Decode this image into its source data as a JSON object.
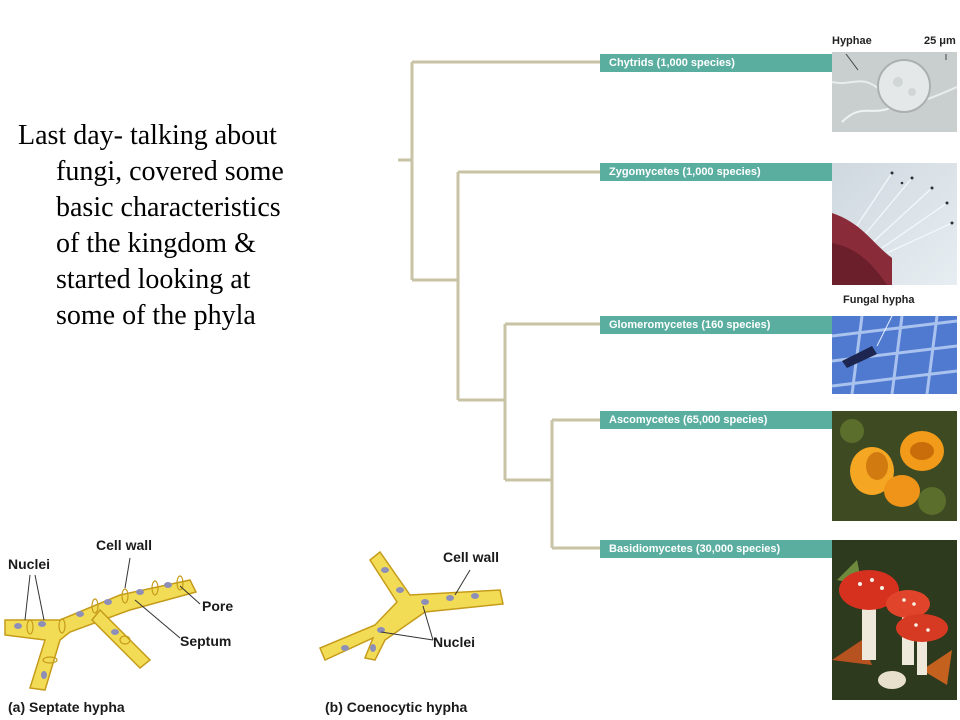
{
  "slide": {
    "text_lines": [
      "Last day- talking about",
      "fungi, covered some",
      "basic characteristics",
      "of the kingdom &",
      "started looking at",
      "some of the phyla"
    ]
  },
  "phylogeny": {
    "taxa": [
      {
        "label": "Chytrids (1,000 species)"
      },
      {
        "label": "Zygomycetes (1,000 species)"
      },
      {
        "label": "Glomeromycetes (160 species)"
      },
      {
        "label": "Ascomycetes (65,000 species)"
      },
      {
        "label": "Basidiomycetes (30,000 species)"
      }
    ],
    "callouts": {
      "hyphae": "Hyphae",
      "scale": "25 μm",
      "fungal_hypha": "Fungal hypha"
    }
  },
  "hypha_diagram": {
    "septate": {
      "caption": "(a) Septate hypha",
      "labels": {
        "nuclei": "Nuclei",
        "cell_wall": "Cell wall",
        "pore": "Pore",
        "septum": "Septum"
      }
    },
    "coenocytic": {
      "caption": "(b) Coenocytic hypha",
      "labels": {
        "cell_wall": "Cell wall",
        "nuclei": "Nuclei"
      }
    }
  },
  "colors": {
    "label_bar": "#5aaea0",
    "tree_line": "#c9c3a6",
    "hypha_fill": "#f3dc55",
    "nucleus": "#8e8fb8"
  }
}
